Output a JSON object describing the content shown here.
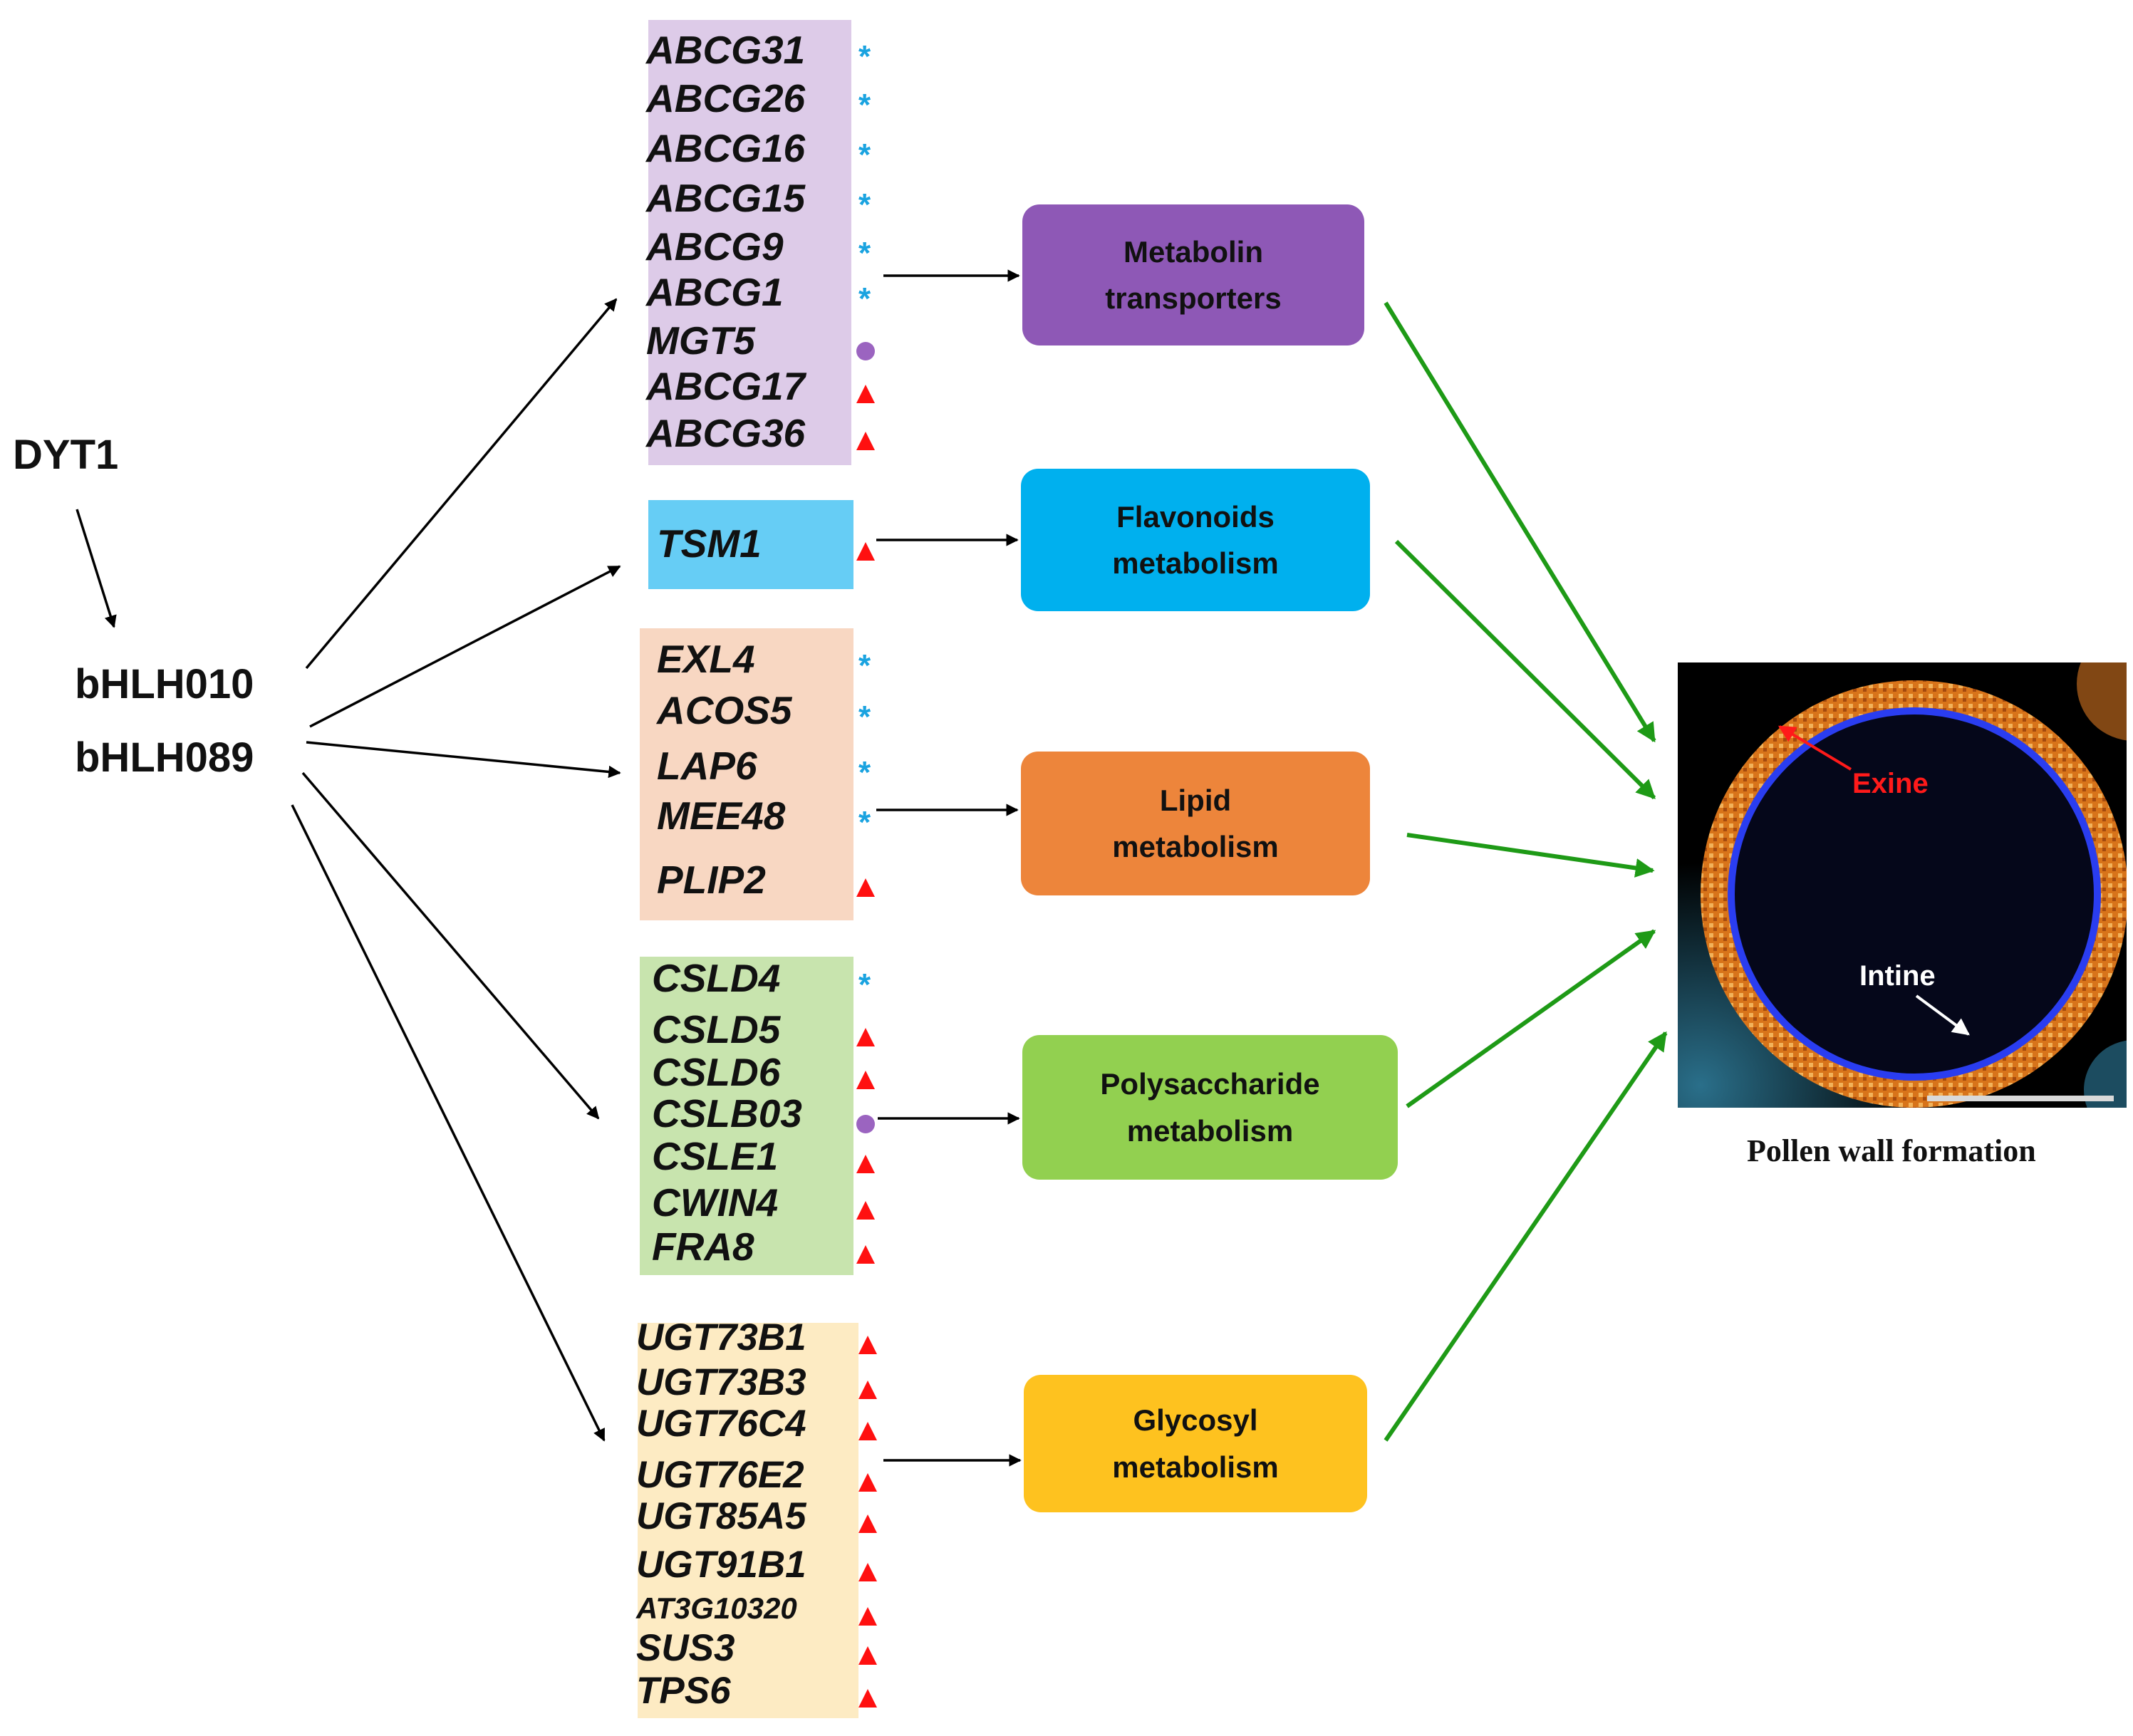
{
  "regulators": {
    "top": "DYT1",
    "pair": [
      "bHLH010",
      "bHLH089"
    ]
  },
  "gene_groups": [
    {
      "id": "transporters",
      "color": "#ddcbe8",
      "genes": [
        {
          "name": "ABCG31",
          "marker": "asterisk"
        },
        {
          "name": "ABCG26",
          "marker": "asterisk"
        },
        {
          "name": "ABCG16",
          "marker": "asterisk"
        },
        {
          "name": "ABCG15",
          "marker": "asterisk"
        },
        {
          "name": "ABCG9",
          "marker": "asterisk"
        },
        {
          "name": "ABCG1",
          "marker": "asterisk"
        },
        {
          "name": "MGT5",
          "marker": "dot"
        },
        {
          "name": "ABCG17",
          "marker": "triangle"
        },
        {
          "name": "ABCG36",
          "marker": "triangle"
        }
      ]
    },
    {
      "id": "flavonoids",
      "color": "#66cdf5",
      "genes": [
        {
          "name": "TSM1",
          "marker": "triangle"
        }
      ]
    },
    {
      "id": "lipid",
      "color": "#f8d7c2",
      "genes": [
        {
          "name": "EXL4",
          "marker": "asterisk"
        },
        {
          "name": "ACOS5",
          "marker": "asterisk"
        },
        {
          "name": "LAP6",
          "marker": "asterisk"
        },
        {
          "name": "MEE48",
          "marker": "asterisk"
        },
        {
          "name": "PLIP2",
          "marker": "triangle"
        }
      ]
    },
    {
      "id": "polysaccharide",
      "color": "#c8e4ae",
      "genes": [
        {
          "name": "CSLD4",
          "marker": "asterisk"
        },
        {
          "name": "CSLD5",
          "marker": "triangle"
        },
        {
          "name": "CSLD6",
          "marker": "triangle"
        },
        {
          "name": "CSLB03",
          "marker": "dot"
        },
        {
          "name": "CSLE1",
          "marker": "triangle"
        },
        {
          "name": "CWIN4",
          "marker": "triangle"
        },
        {
          "name": "FRA8",
          "marker": "triangle"
        }
      ]
    },
    {
      "id": "glycosyl",
      "color": "#fdebc3",
      "genes": [
        {
          "name": "UGT73B1",
          "marker": "triangle"
        },
        {
          "name": "UGT73B3",
          "marker": "triangle"
        },
        {
          "name": "UGT76C4",
          "marker": "triangle"
        },
        {
          "name": "UGT76E2",
          "marker": "triangle"
        },
        {
          "name": "UGT85A5",
          "marker": "triangle"
        },
        {
          "name": "UGT91B1",
          "marker": "triangle"
        },
        {
          "name": "AT3G10320",
          "marker": "triangle"
        },
        {
          "name": "SUS3",
          "marker": "triangle"
        },
        {
          "name": "TPS6",
          "marker": "triangle"
        }
      ]
    }
  ],
  "processes": [
    {
      "line1": "Metabolin",
      "line2": "transporters",
      "color": "#8e58b6"
    },
    {
      "line1": "Flavonoids",
      "line2": "metabolism",
      "color": "#00b0ee"
    },
    {
      "line1": "Lipid",
      "line2": "metabolism",
      "color": "#ed853b"
    },
    {
      "line1": "Polysaccharide",
      "line2": "metabolism",
      "color": "#92d050"
    },
    {
      "line1": "Glycosyl",
      "line2": "metabolism",
      "color": "#fec21f"
    }
  ],
  "micrograph": {
    "exine_label": "Exine",
    "intine_label": "Intine",
    "caption": "Pollen wall formation"
  },
  "colors": {
    "arrow_black": "#000000",
    "arrow_green": "#1e9a16",
    "asterisk": "#1aa3e0",
    "triangle": "#ff1010",
    "dot": "#9b64c0",
    "exine_label": "#ff1a1a",
    "intine_label": "#ffffff"
  }
}
